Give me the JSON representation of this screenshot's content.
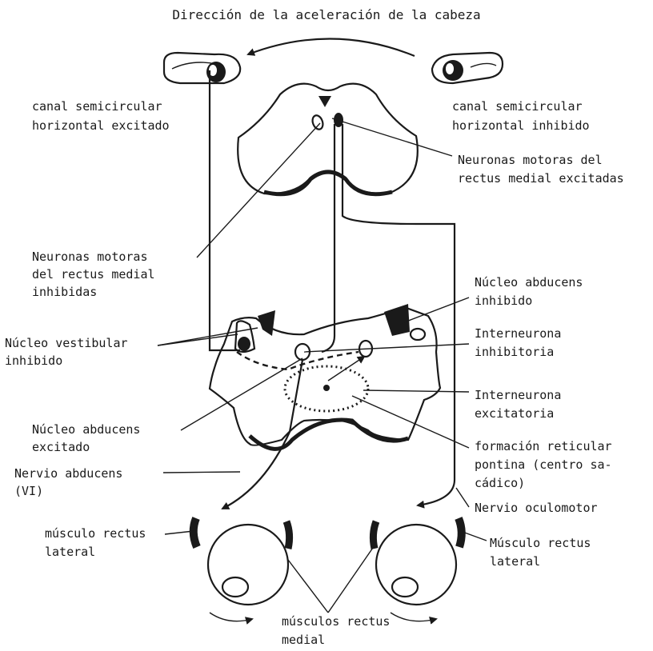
{
  "title": "Dirección de la aceleración de la cabeza",
  "labels": {
    "canal_exc_1": "canal semicircular",
    "canal_exc_2": "horizontal excitado",
    "canal_inh_1": "canal semicircular",
    "canal_inh_2": "horizontal inhibido",
    "mr_exc_1": "Neuronas motoras del",
    "mr_exc_2": "rectus medial excitadas",
    "mr_inh_1": "Neuronas motoras",
    "mr_inh_2": "del rectus medial",
    "mr_inh_3": "inhibidas",
    "abd_inh_1": "Núcleo abducens",
    "abd_inh_2": "inhibido",
    "vest_inh_1": "Núcleo vestibular",
    "vest_inh_2": "inhibido",
    "inter_inh_1": "Interneurona",
    "inter_inh_2": "inhibitoria",
    "inter_exc_1": "Interneurona",
    "inter_exc_2": "excitatoria",
    "abd_exc_1": "Núcleo abducens",
    "abd_exc_2": "excitado",
    "reticular_1": "formación reticular",
    "reticular_2": "pontina (centro sa-",
    "reticular_3": "cádico)",
    "nervio_abd_1": "Nervio abducens",
    "nervio_abd_2": "(VI)",
    "nervio_oculo": "Nervio oculomotor",
    "lr_left_1": "músculo rectus",
    "lr_left_2": "lateral",
    "lr_right_1": "Músculo rectus",
    "lr_right_2": "lateral",
    "mr_1": "músculos rectus",
    "mr_2": "medial"
  }
}
